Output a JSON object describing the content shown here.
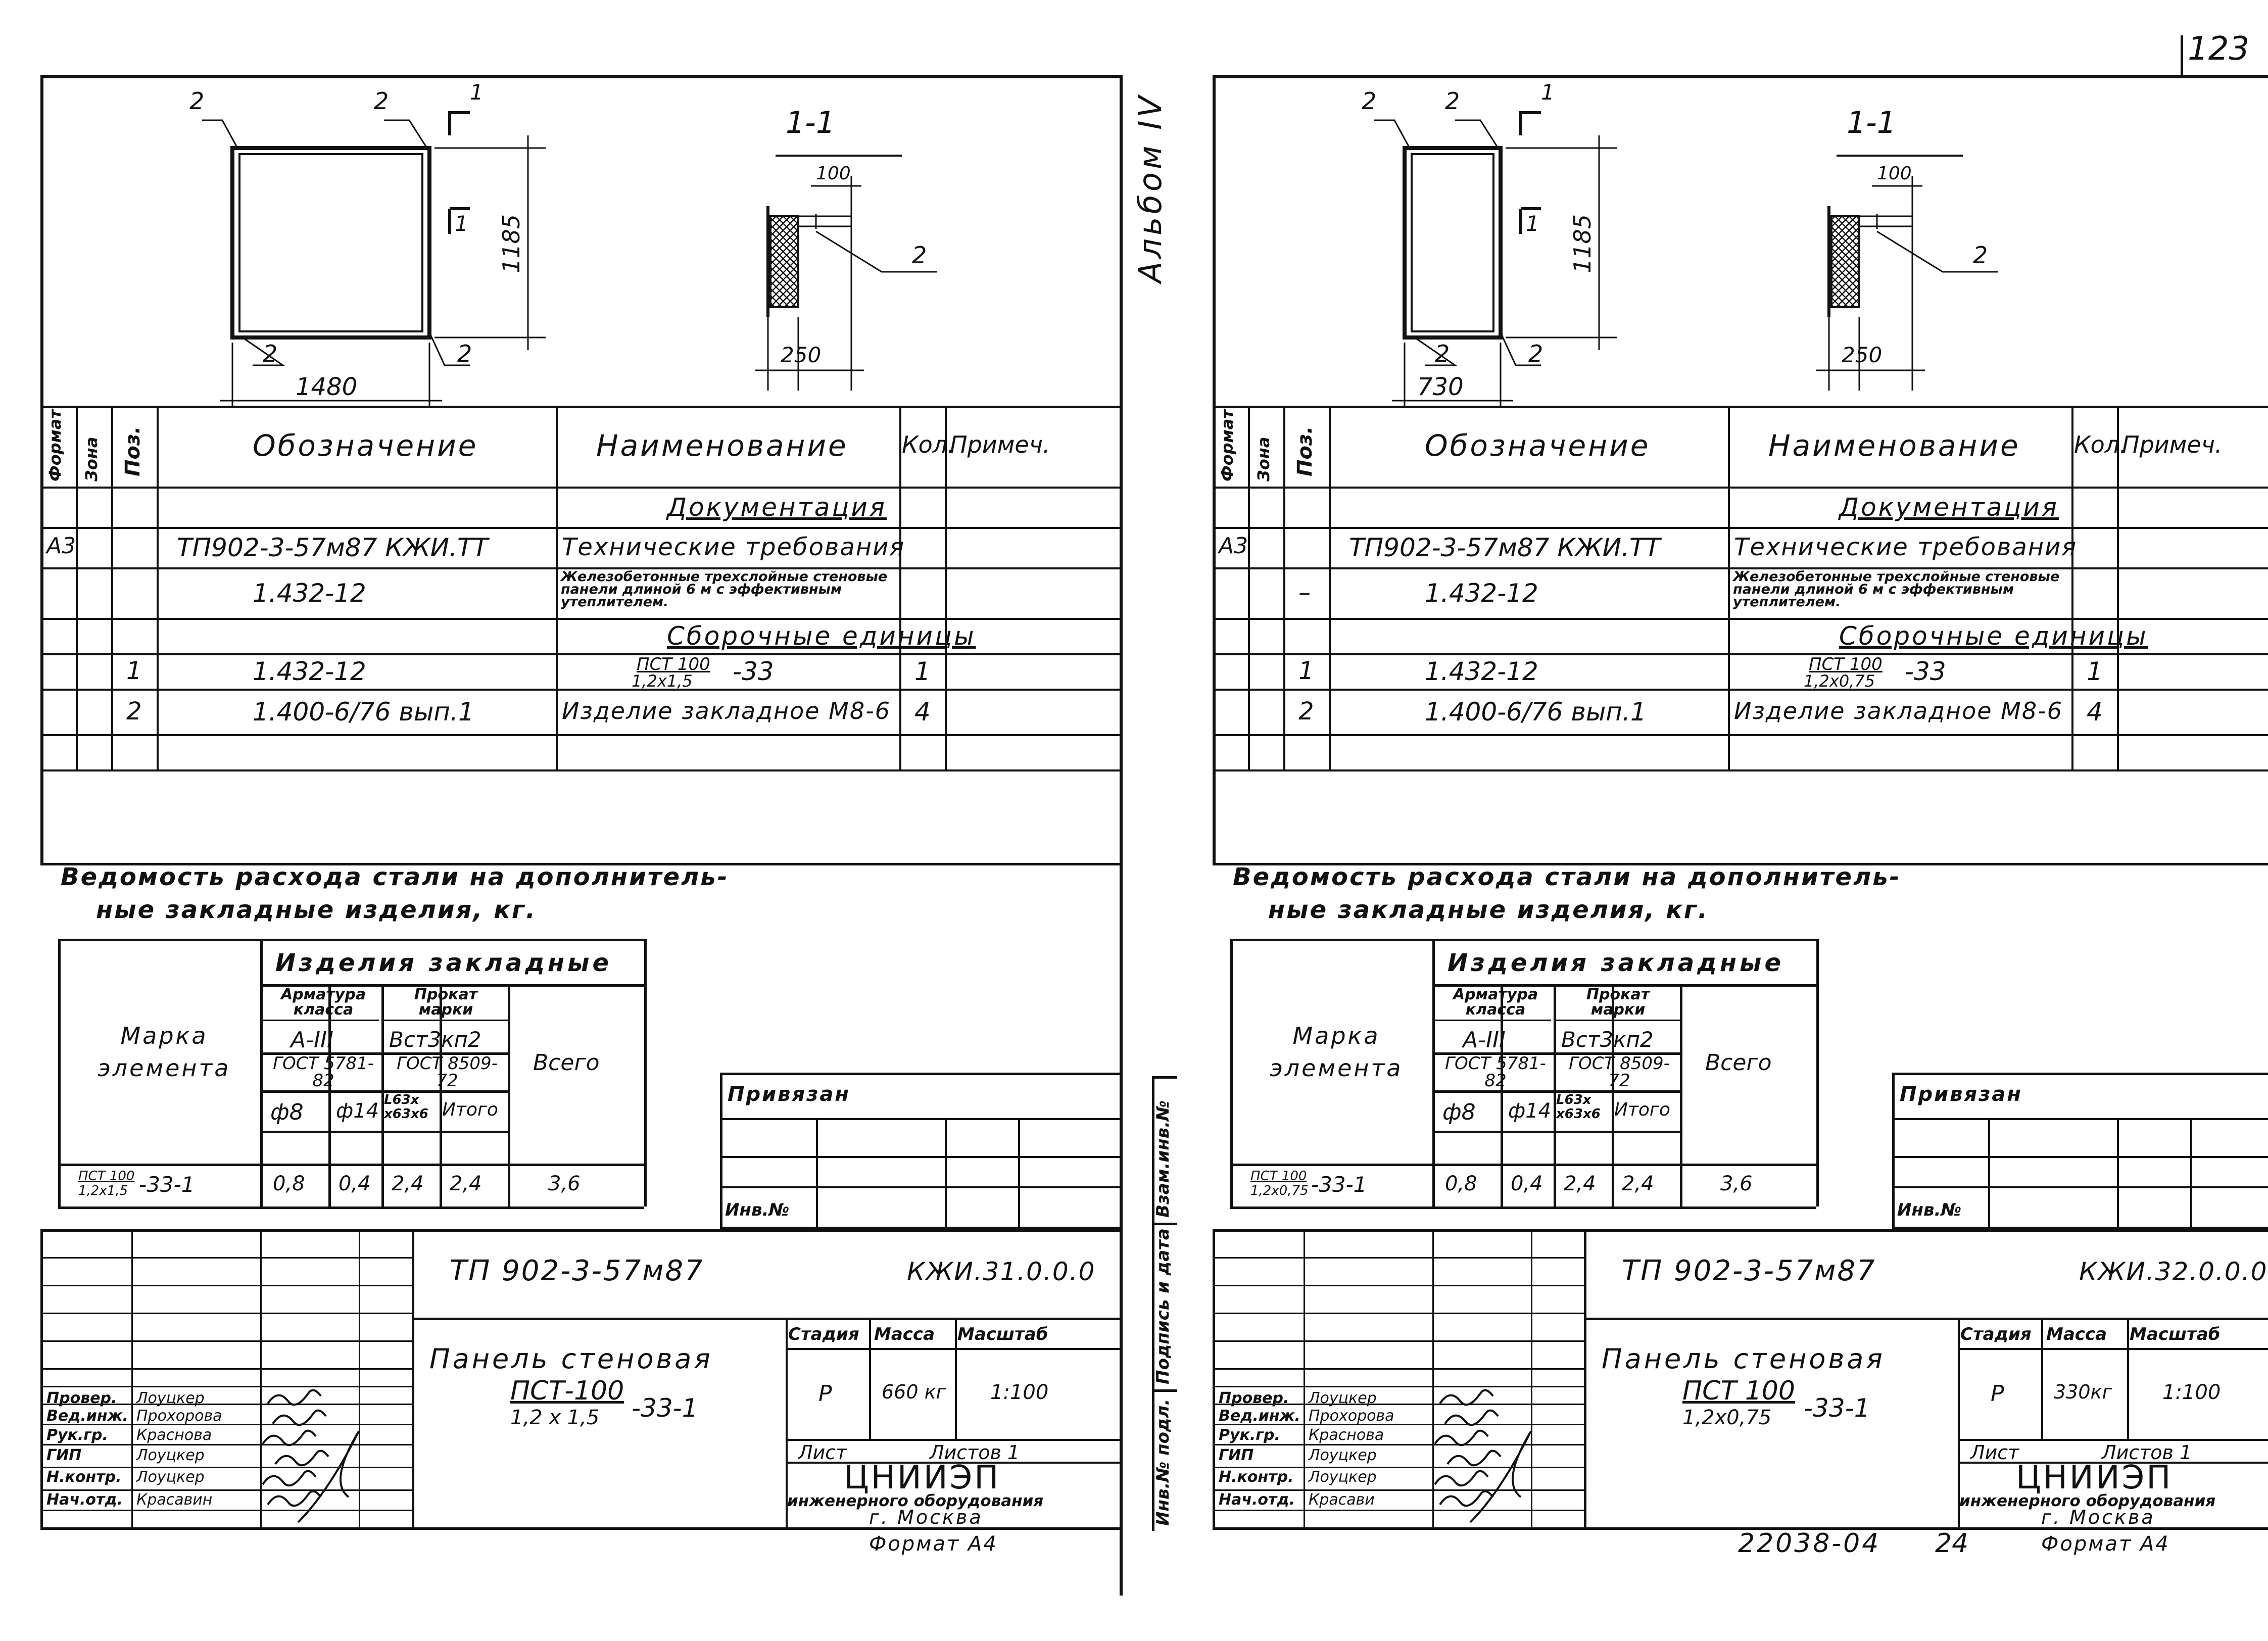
{
  "page_number": "123",
  "album_label": "Альбом IV",
  "footer_number": "22038-04",
  "footer_page": "24",
  "side_labels": {
    "vzam": "Взам.инв.№",
    "podpis": "Подпись и дата",
    "inv_podl": "Инв.№ подл."
  },
  "sheets": [
    {
      "panel_drawing": {
        "labels": [
          "2",
          "2",
          "2",
          "2"
        ],
        "width_dim": "1480",
        "height_dim": "1185",
        "section_mark": "1",
        "section_title": "1-1",
        "section_top_dim": "100",
        "section_bottom_dim": "250",
        "section_leader": "2"
      },
      "spec_headers": {
        "format": "Формат",
        "zone": "Зона",
        "pos": "Поз.",
        "designation": "Обозначение",
        "name": "Наименование",
        "qty": "Кол.",
        "note": "Примеч."
      },
      "spec_rows": [
        {
          "format": "",
          "pos": "",
          "designation": "",
          "name": "Документация",
          "qty": ""
        },
        {
          "format": "А3",
          "pos": "",
          "designation": "ТП902-3-57м87     КЖИ.ТТ",
          "name": "Технические требования",
          "qty": ""
        },
        {
          "format": "",
          "pos": "",
          "designation": "1.432-12",
          "name": "Железобетонные трехслойные стеновые панели длиной 6 м с эффективным утеплителем.",
          "qty": ""
        },
        {
          "format": "",
          "pos": "",
          "designation": "",
          "name": "Сборочные единицы",
          "qty": ""
        },
        {
          "format": "",
          "pos": "1",
          "designation": "1.432-12",
          "name_num": "ПСТ 100",
          "name_den": "1,2х1,5",
          "name_suffix": "-33",
          "qty": "1"
        },
        {
          "format": "",
          "pos": "2",
          "designation": "1.400-6/76   вып.1",
          "name": "Изделие закладное М8-6",
          "qty": "4"
        }
      ],
      "steel_title_1": "Ведомость расхода стали на дополнитель-",
      "steel_title_2": "ные закладные изделия, кг.",
      "steel": {
        "mark_header": "Марка элемента",
        "items_header": "Изделия закладные",
        "arm_header": "Арматура класса",
        "prokat_header": "Прокат марки",
        "arm_class": "А-III",
        "prokat_mark": "Вст3кп2",
        "gost1": "ГОСТ 5781-82",
        "gost2": "ГОСТ 8509-72",
        "total_header": "Всего",
        "d8": "ф8",
        "d14": "ф14",
        "angle": "L63х х63х6",
        "itogo": "Итого",
        "mark_num": "ПСТ 100",
        "mark_den": "1,2х1,5",
        "mark_suffix": "-33-1",
        "v_d8": "0,8",
        "v_d14": "0,4",
        "v_angle": "2,4",
        "v_itogo": "2,4",
        "v_total": "3,6"
      },
      "privyazan": "Привязан",
      "inv_no": "Инв.№",
      "title_block": {
        "doc_code": "ТП  902-3-57м87",
        "sheet_code": "КЖИ.31.0.0.0",
        "title_line": "Панель  стеновая",
        "mark_num": "ПСТ-100",
        "mark_den": "1,2 х 1,5",
        "mark_suffix": "-33-1",
        "stage_label": "Стадия",
        "mass_label": "Масса",
        "scale_label": "Масштаб",
        "stage": "Р",
        "mass": "660 кг",
        "scale": "1:100",
        "list_label": "Лист",
        "sheets_label": "Листов 1",
        "org1": "ЦНИИЭП",
        "org2": "инженерного оборудования",
        "org3": "г. Москва",
        "format": "Формат А4",
        "roles": [
          {
            "role": "Провер.",
            "name": "Лоуцкер"
          },
          {
            "role": "Вед.инж.",
            "name": "Прохорова"
          },
          {
            "role": "Рук.гр.",
            "name": "Краснова"
          },
          {
            "role": "ГИП",
            "name": "Лоуцкер"
          },
          {
            "role": "Н.контр.",
            "name": "Лоуцкер"
          },
          {
            "role": "Нач.отд.",
            "name": "Красавин"
          }
        ]
      }
    },
    {
      "panel_drawing": {
        "labels": [
          "2",
          "2",
          "2",
          "2"
        ],
        "width_dim": "730",
        "height_dim": "1185",
        "section_mark": "1",
        "section_title": "1-1",
        "section_top_dim": "100",
        "section_bottom_dim": "250",
        "section_leader": "2"
      },
      "spec_headers": {
        "format": "Формат",
        "zone": "Зона",
        "pos": "Поз.",
        "designation": "Обозначение",
        "name": "Наименование",
        "qty": "Кол.",
        "note": "Примеч."
      },
      "spec_rows": [
        {
          "format": "",
          "pos": "",
          "designation": "",
          "name": "Документация",
          "qty": ""
        },
        {
          "format": "А3",
          "pos": "",
          "designation": "ТП902-3-57м87     КЖИ.ТТ",
          "name": "Технические требования",
          "qty": ""
        },
        {
          "format": "",
          "pos": "–",
          "designation": "1.432-12",
          "name": "Железобетонные трехслойные стеновые панели длиной 6 м с эффективным утеплителем.",
          "qty": ""
        },
        {
          "format": "",
          "pos": "",
          "designation": "",
          "name": "Сборочные единицы",
          "qty": ""
        },
        {
          "format": "",
          "pos": "1",
          "designation": "1.432-12",
          "name_num": "ПСТ 100",
          "name_den": "1,2х0,75",
          "name_suffix": "-33",
          "qty": "1"
        },
        {
          "format": "",
          "pos": "2",
          "designation": "1.400-6/76   вып.1",
          "name": "Изделие закладное М8-6",
          "qty": "4"
        }
      ],
      "steel_title_1": "Ведомость расхода стали на дополнитель-",
      "steel_title_2": "ные закладные изделия,  кг.",
      "steel": {
        "mark_header": "Марка элемента",
        "items_header": "Изделия закладные",
        "arm_header": "Арматура класса",
        "prokat_header": "Прокат марки",
        "arm_class": "А-III",
        "prokat_mark": "Вст3кп2",
        "gost1": "ГОСТ 5781-82",
        "gost2": "ГОСТ 8509-72",
        "total_header": "Всего",
        "d8": "ф8",
        "d14": "ф14",
        "angle": "L63х х63х6",
        "itogo": "Итого",
        "mark_num": "ПСТ 100",
        "mark_den": "1,2х0,75",
        "mark_suffix": "-33-1",
        "v_d8": "0,8",
        "v_d14": "0,4",
        "v_angle": "2,4",
        "v_itogo": "2,4",
        "v_total": "3,6"
      },
      "privyazan": "Привязан",
      "inv_no": "Инв.№",
      "title_block": {
        "doc_code": "ТП  902-3-57м87",
        "sheet_code": "КЖИ.32.0.0.0",
        "title_line": "Панель  стеновая",
        "mark_num": "ПСТ 100",
        "mark_den": "1,2х0,75",
        "mark_suffix": "-33-1",
        "stage_label": "Стадия",
        "mass_label": "Масса",
        "scale_label": "Масштаб",
        "stage": "Р",
        "mass": "330кг",
        "scale": "1:100",
        "list_label": "Лист",
        "sheets_label": "Листов 1",
        "org1": "ЦНИИЭП",
        "org2": "инженерного оборудования",
        "org3": "г. Москва",
        "format": "Формат А4",
        "roles": [
          {
            "role": "Провер.",
            "name": "Лоуцкер"
          },
          {
            "role": "Вед.инж.",
            "name": "Прохорова"
          },
          {
            "role": "Рук.гр.",
            "name": "Краснова"
          },
          {
            "role": "ГИП",
            "name": "Лоуцкер"
          },
          {
            "role": "Н.контр.",
            "name": "Лоуцкер"
          },
          {
            "role": "Нач.отд.",
            "name": "Красави"
          }
        ]
      }
    }
  ]
}
